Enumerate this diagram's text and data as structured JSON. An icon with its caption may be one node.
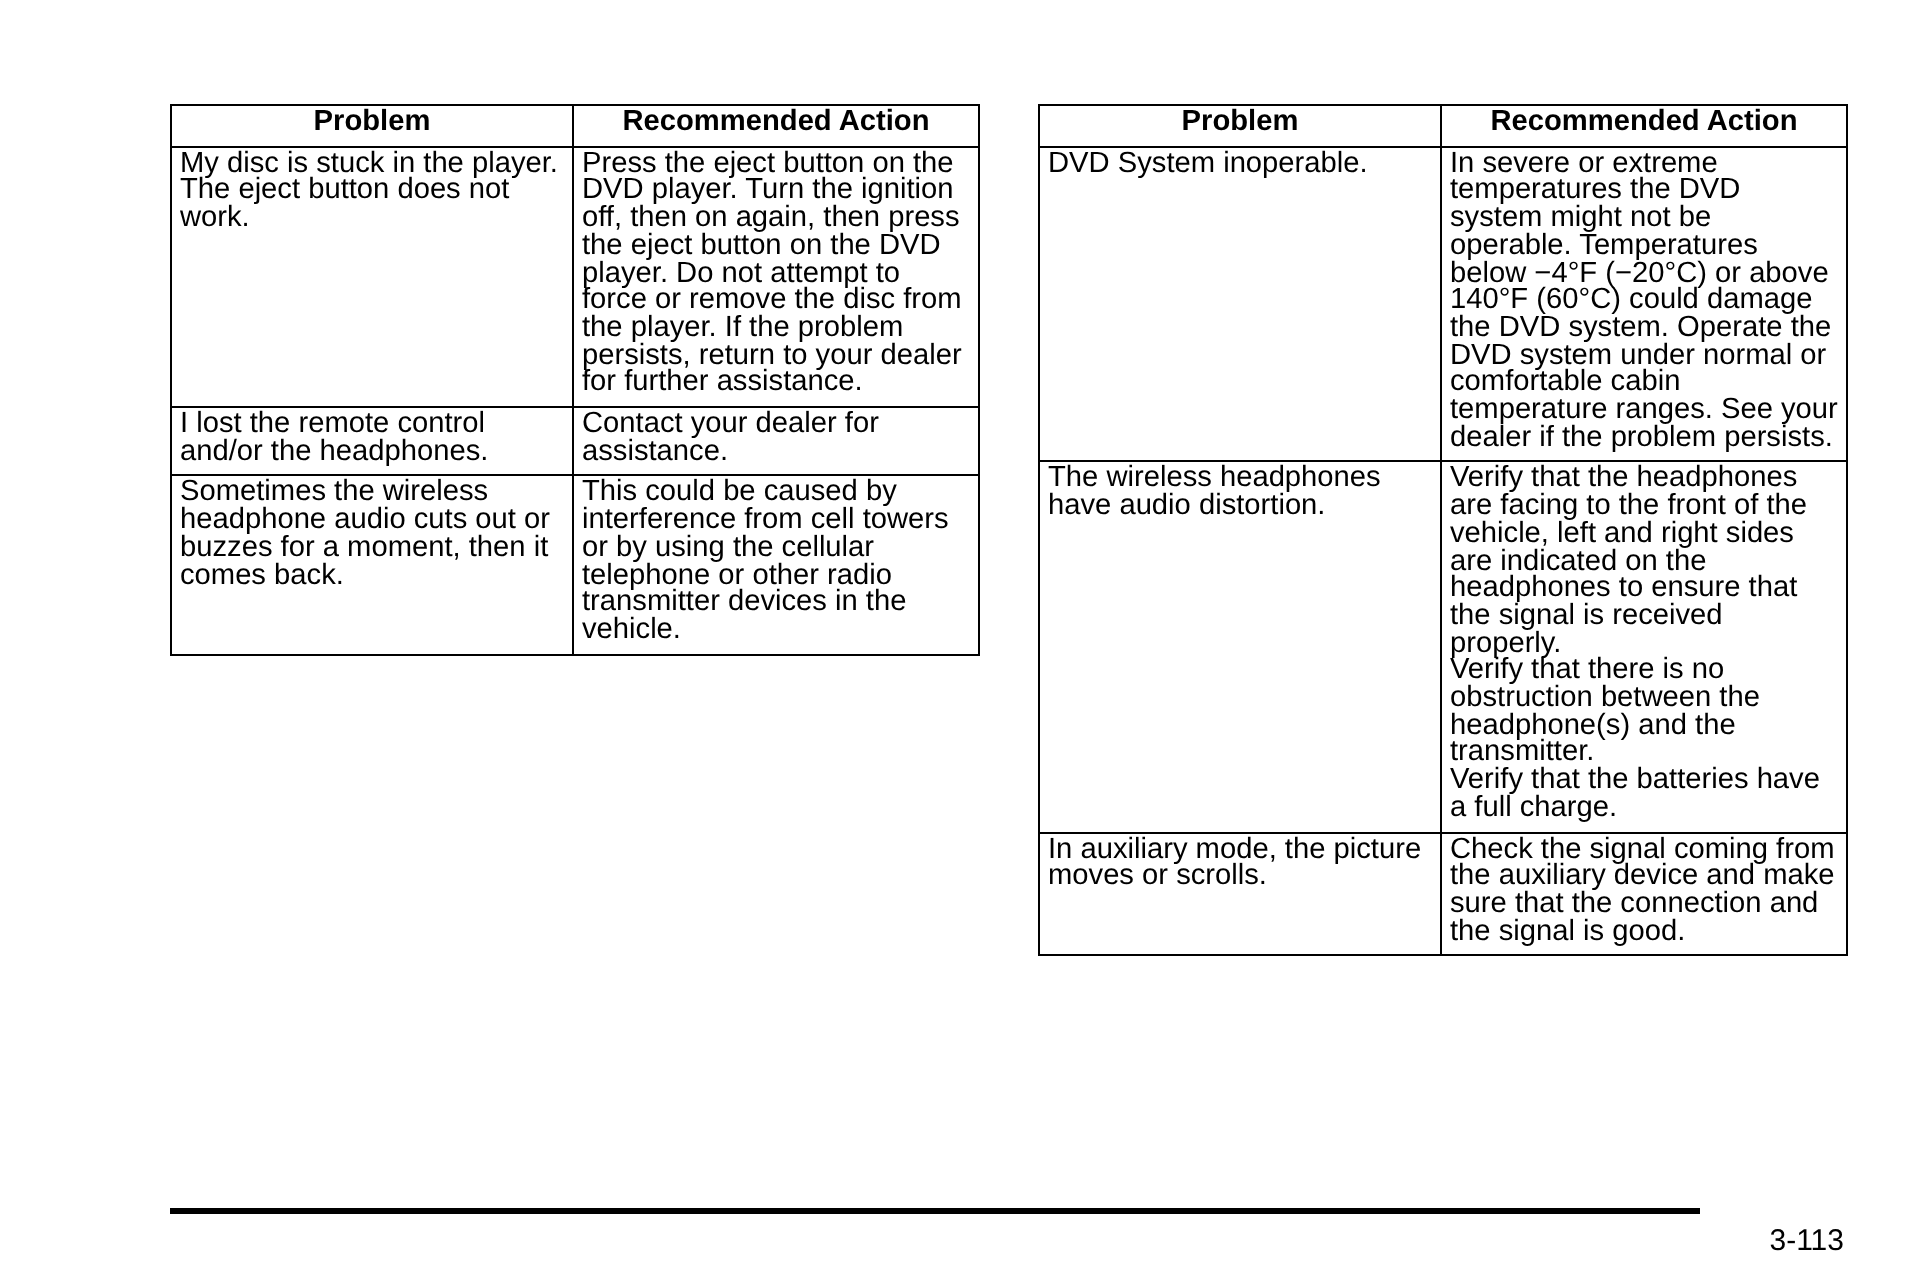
{
  "diagram": {
    "labels": [
      "Problem",
      "Recommended Action",
      "My disc is stuck in the player. The eject button does not work.",
      "Press the eject button on the DVD player. Turn the ignition off, then on again, then press the eject button on the DVD player. Do not attempt to force or remove the disc from the player. If the problem persists, return to your dealer for further assistance.",
      "I lost the remote control and/or the headphones.",
      "Contact your dealer for assistance.",
      "Sometimes the wireless headphone audio cuts out or buzzes for a moment, then it comes back.",
      "This could be caused by interference from cell towers or by using the cellular telephone or other radio transmitter devices in the vehicle.",
      "Problem",
      "Recommended Action",
      "DVD System inoperable.",
      "In severe or extreme temperatures the DVD system might not be operable. Temperatures below −4°F (−20°C) or above 140°F (60°C) could damage the DVD system. Operate the DVD system under normal or comfortable cabin temperature ranges. See your dealer if the problem persists.",
      "The wireless headphones have audio distortion.",
      "Verify that the headphones are facing to the front of the vehicle, left and right sides are indicated on the headphones to ensure that the signal is received properly.",
      "Verify that there is no obstruction between the headphone(s) and the transmitter.",
      "Verify that the batteries have a full charge.",
      "In auxiliary mode, the picture moves or scrolls.",
      "Check the signal coming from the auxiliary device and make sure that the connection and the signal is good.",
      "3-113"
    ]
  }
}
